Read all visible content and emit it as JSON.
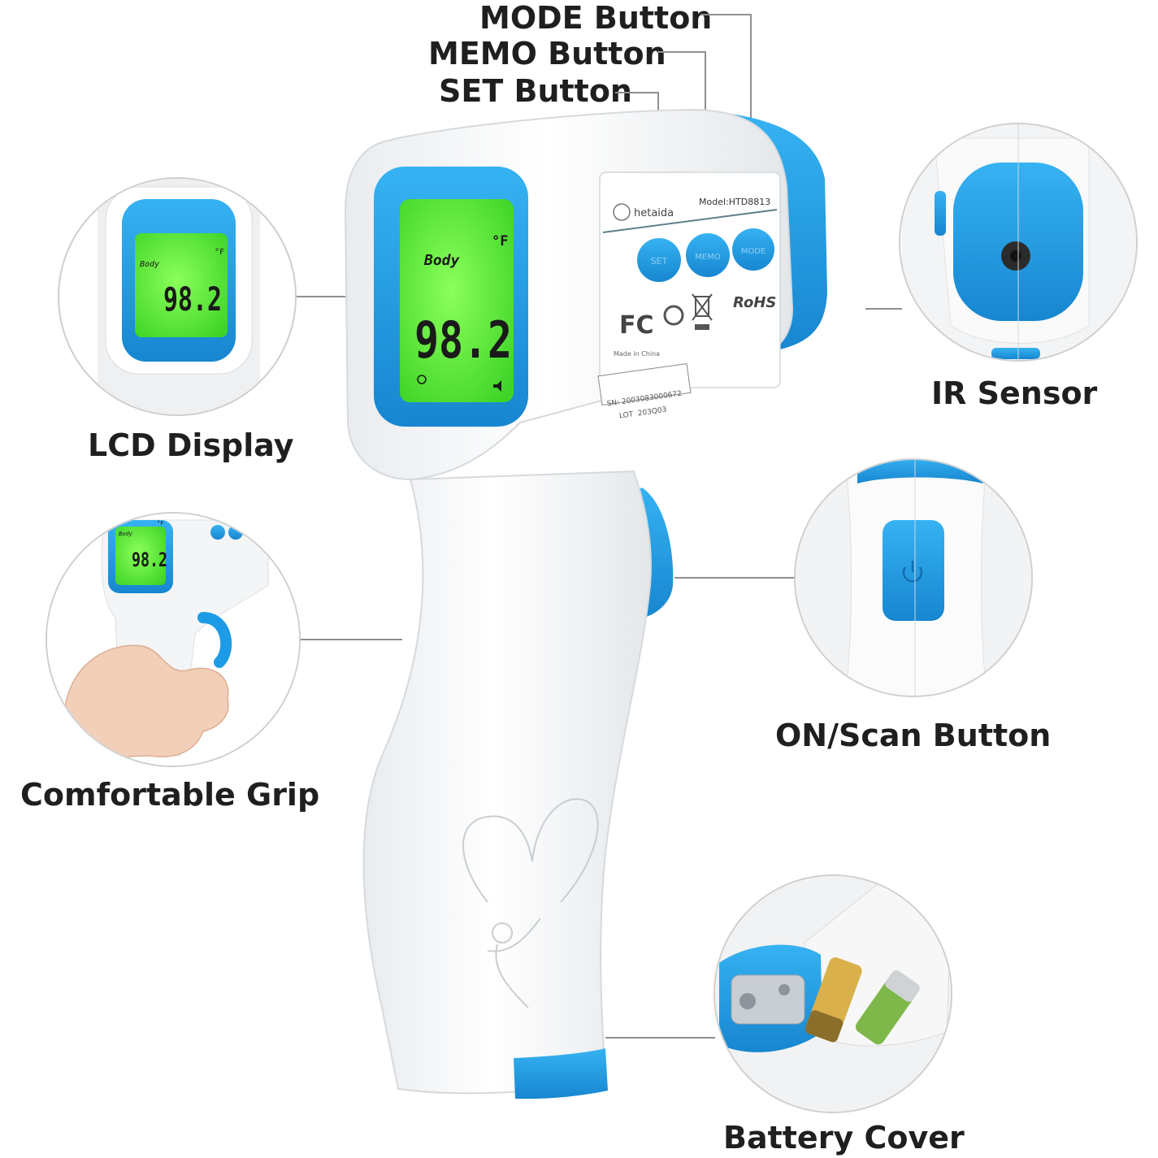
{
  "callouts": {
    "mode_button": "MODE Button",
    "memo_button": "MEMO Button",
    "set_button": "SET Button",
    "lcd_display": "LCD Display",
    "ir_sensor": "IR Sensor",
    "comfortable_grip": "Comfortable Grip",
    "on_scan_button": "ON/Scan Button",
    "battery_cover": "Battery Cover"
  },
  "device": {
    "brand": "hetaida",
    "model": "Model:HTD8813",
    "buttons": {
      "set": "SET",
      "memo": "MEMO",
      "mode": "MODE"
    },
    "made_in": "Made in China",
    "serial": "SN: 2003083000672",
    "lot_label": "LOT",
    "lot": "203Q03",
    "certs": {
      "fc": "FC",
      "rohs": "RoHS"
    }
  },
  "lcd": {
    "mode": "Body",
    "unit": "°F",
    "reading": "98.2"
  },
  "colors": {
    "accent_blue": "#1e9be6",
    "lcd_green": "#5df23a",
    "body_white": "#f6f7f8",
    "label_text": "#1f1f1f"
  }
}
